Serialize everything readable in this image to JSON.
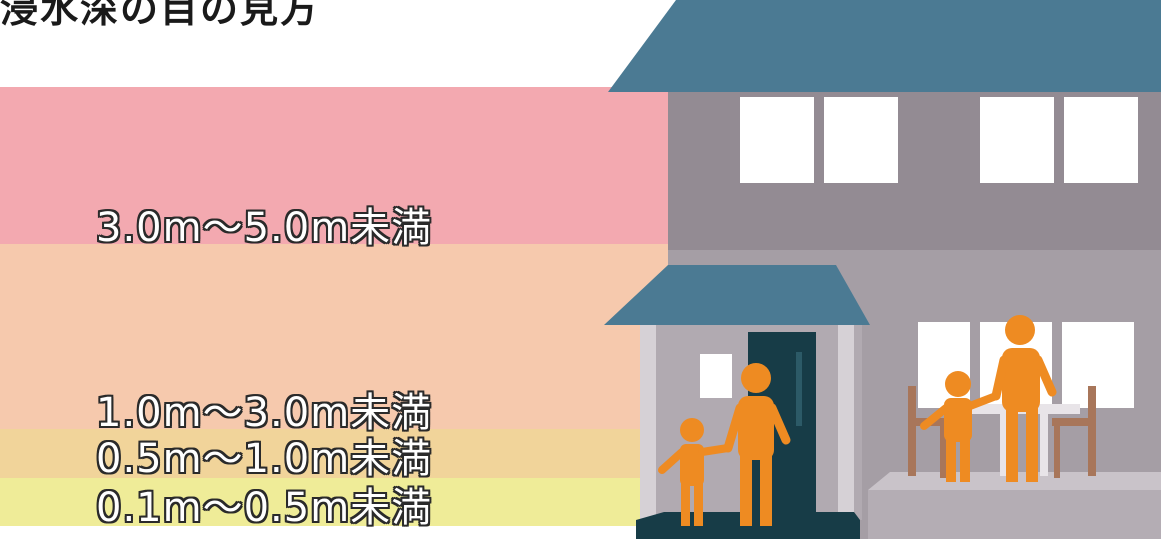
{
  "title": "浸水深の目の見方",
  "bands": [
    {
      "label": "3.0m〜5.0m未満",
      "color": "#f3a9b0"
    },
    {
      "label": "1.0m〜3.0m未満",
      "color": "#f6c9ad"
    },
    {
      "label": "0.5m〜1.0m未満",
      "color": "#f1d49a"
    },
    {
      "label": "0.1m〜0.5m未満",
      "color": "#efec98"
    }
  ],
  "colors": {
    "roof": "#4b7a93",
    "wall_upper": "#938b93",
    "wall_lower": "#a59ea5",
    "door": "#173c47",
    "figure": "#ee8b22",
    "chair": "#a8765a",
    "window": "#ffffff"
  }
}
